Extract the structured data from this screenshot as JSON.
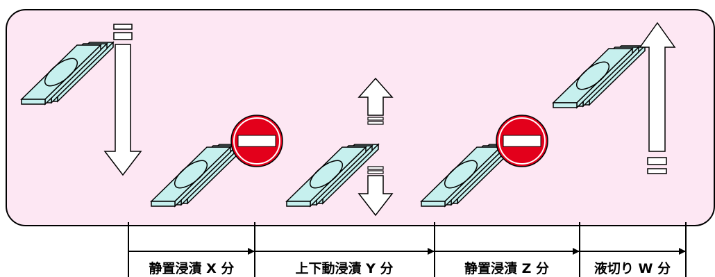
{
  "diagram": {
    "stages": [
      {
        "label": "静置浸漬 X 分",
        "motion": "static",
        "icon": "no-entry-icon"
      },
      {
        "label": "上下動浸漬 Y 分",
        "motion": "up-down",
        "icon": "up-down-arrows-icon"
      },
      {
        "label": "静置浸漬 Z 分",
        "motion": "static",
        "icon": "no-entry-icon"
      },
      {
        "label": "液切り W 分",
        "motion": "lift-out",
        "icon": "up-arrow-icon"
      }
    ],
    "colors": {
      "tank_fill": "#fde7f3",
      "plate_fill": "#c6f0ee",
      "stop_red": "#e3001b",
      "arrow_fill": "#ffffff"
    }
  }
}
